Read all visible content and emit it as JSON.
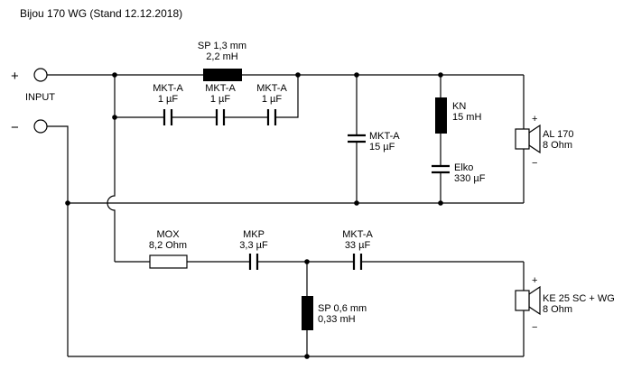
{
  "title": "Bijou 170 WG (Stand 12.12.2018)",
  "colors": {
    "line": "#000000",
    "background": "#ffffff"
  },
  "input": {
    "plus": "+",
    "minus": "−",
    "label": "INPUT"
  },
  "top_section": {
    "inductor": {
      "line1": "SP 1,3 mm",
      "line2": "2,2 mH"
    },
    "series_caps": [
      {
        "name": "MKT-A",
        "value": "1 µF"
      },
      {
        "name": "MKT-A",
        "value": "1 µF"
      },
      {
        "name": "MKT-A",
        "value": "1 µF"
      }
    ],
    "shunt_cap": {
      "name": "MKT-A",
      "value": "15 µF"
    },
    "shunt_inductor": {
      "name": "KN",
      "value": "15 mH"
    },
    "shunt_elko": {
      "name": "Elko",
      "value": "330 µF"
    },
    "speaker": {
      "plus": "+",
      "minus": "−",
      "name": "AL 170",
      "impedance": "8 Ohm"
    }
  },
  "bottom_section": {
    "resistor": {
      "name": "MOX",
      "value": "8,2 Ohm"
    },
    "cap1": {
      "name": "MKP",
      "value": "3,3 µF"
    },
    "cap2": {
      "name": "MKT-A",
      "value": "33 µF"
    },
    "shunt_inductor": {
      "line1": "SP 0,6 mm",
      "line2": "0,33 mH"
    },
    "speaker": {
      "plus": "+",
      "minus": "−",
      "name": "KE 25 SC + WG",
      "impedance": "8 Ohm"
    }
  }
}
